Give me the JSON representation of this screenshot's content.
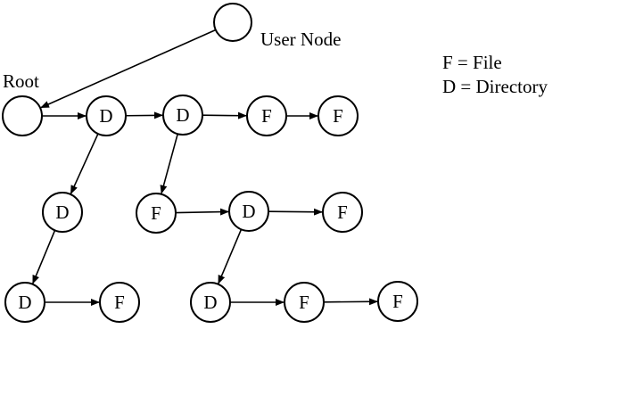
{
  "labels": {
    "user_node": "User Node",
    "root": "Root"
  },
  "legend": {
    "file": "F = File",
    "directory": "D = Directory"
  },
  "nodes": [
    {
      "id": "user",
      "text": ""
    },
    {
      "id": "root",
      "text": ""
    },
    {
      "id": "d1",
      "text": "D"
    },
    {
      "id": "d2",
      "text": "D"
    },
    {
      "id": "f1",
      "text": "F"
    },
    {
      "id": "f2",
      "text": "F"
    },
    {
      "id": "d3",
      "text": "D"
    },
    {
      "id": "f3",
      "text": "F"
    },
    {
      "id": "d4",
      "text": "D"
    },
    {
      "id": "f4",
      "text": "F"
    },
    {
      "id": "d5",
      "text": "D"
    },
    {
      "id": "f5",
      "text": "F"
    },
    {
      "id": "d6",
      "text": "D"
    },
    {
      "id": "f6",
      "text": "F"
    },
    {
      "id": "f7",
      "text": "F"
    }
  ],
  "edges": [
    {
      "from": "user",
      "to": "root"
    },
    {
      "from": "root",
      "to": "d1"
    },
    {
      "from": "d1",
      "to": "d2"
    },
    {
      "from": "d2",
      "to": "f1"
    },
    {
      "from": "f1",
      "to": "f2"
    },
    {
      "from": "d1",
      "to": "d3"
    },
    {
      "from": "d2",
      "to": "f3"
    },
    {
      "from": "f3",
      "to": "d4"
    },
    {
      "from": "d4",
      "to": "f4"
    },
    {
      "from": "d3",
      "to": "d5"
    },
    {
      "from": "d5",
      "to": "f5"
    },
    {
      "from": "d4",
      "to": "d6"
    },
    {
      "from": "d6",
      "to": "f6"
    },
    {
      "from": "f6",
      "to": "f7"
    }
  ]
}
